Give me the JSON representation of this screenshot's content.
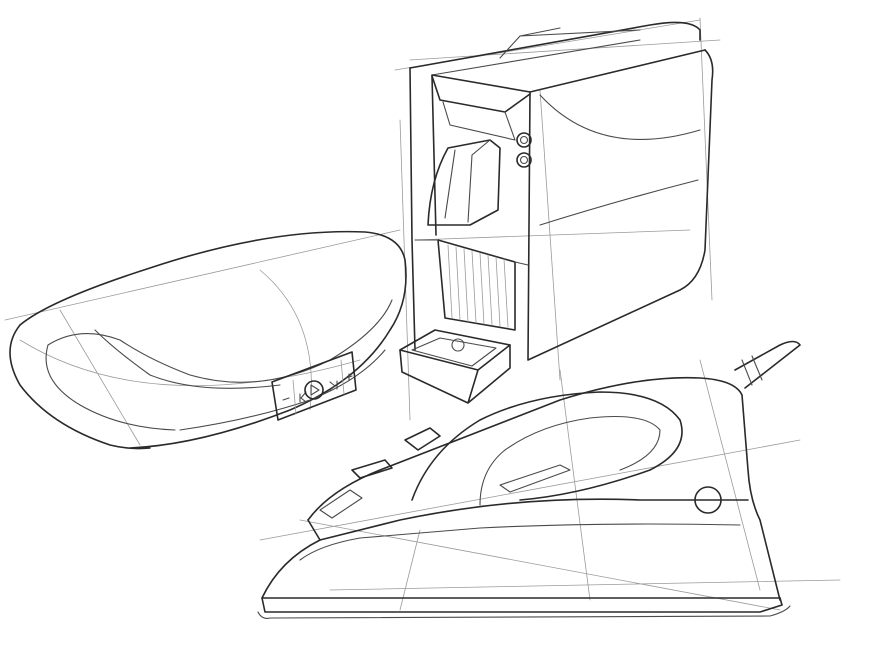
{
  "sketch": {
    "colors": {
      "ink": "#2a2a2a",
      "construction": "#9a9a9a",
      "paper": "#ffffff"
    },
    "objects": [
      {
        "name": "bluetooth-speaker",
        "icons": [
          "minus-icon",
          "previous-track-icon",
          "play-icon",
          "next-track-icon",
          "plus-icon"
        ]
      },
      {
        "name": "espresso-machine",
        "icons": [
          "knob-icon",
          "knob-icon"
        ]
      },
      {
        "name": "steam-iron",
        "icons": [
          "dial-icon"
        ]
      }
    ]
  }
}
